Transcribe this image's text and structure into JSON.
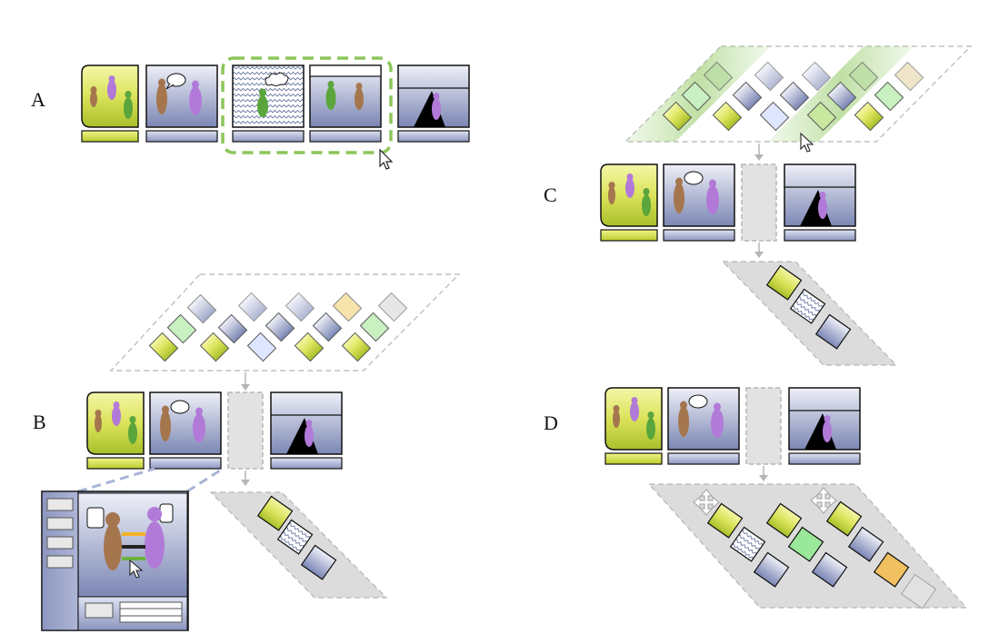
{
  "panels": [
    {
      "id": "A",
      "label": "A"
    },
    {
      "id": "B",
      "label": "B"
    },
    {
      "id": "C",
      "label": "C"
    },
    {
      "id": "D",
      "label": "D"
    }
  ],
  "colors": {
    "yellow_panel_top": "#eaf06a",
    "yellow_panel_bottom": "#a8c02a",
    "blue_panel_top": "#f0f2fa",
    "blue_panel_bottom": "#7d87b6",
    "green_highlight": "#8cc65a",
    "dashed_gray": "#b5b5b5",
    "grid_fill": "#dcdcdc",
    "figure_brown": "#a5764e",
    "figure_purple": "#b27ad8",
    "figure_green": "#5aa63c",
    "bar_orange": "#f1b32a",
    "bar_green": "#6bb33e",
    "callout_blue": "#a8b4d6"
  },
  "icons": [
    "cursor-icon",
    "move-icon",
    "speech-bubble-icon",
    "thought-bubble-icon"
  ]
}
